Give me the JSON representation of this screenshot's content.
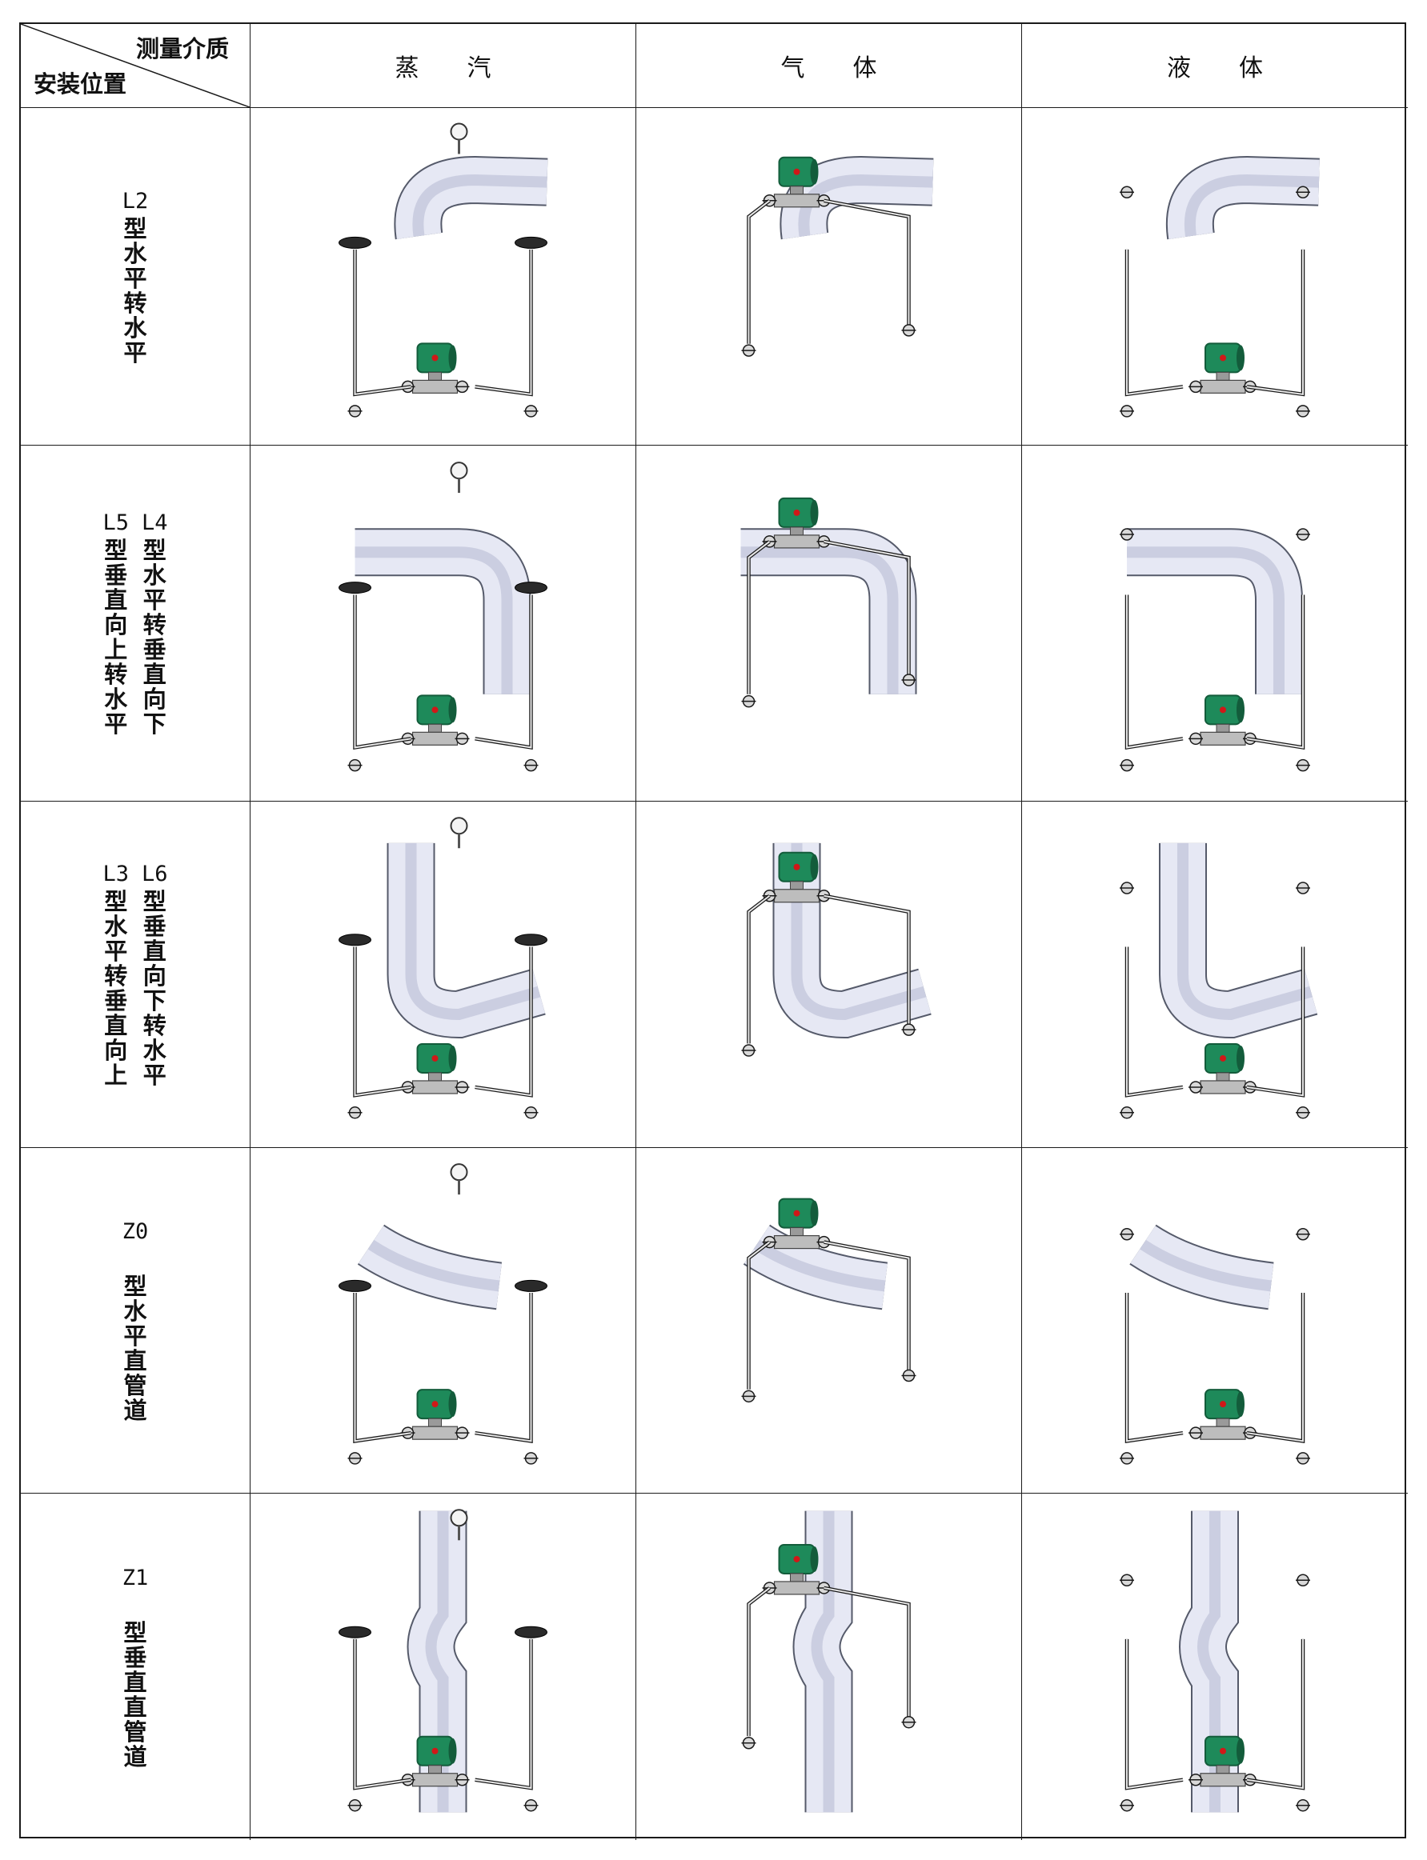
{
  "header": {
    "corner_top": "测量介质",
    "corner_bottom": "安装位置",
    "columns": [
      "蒸　　汽",
      "气　　体",
      "液　　体"
    ]
  },
  "rows": [
    {
      "cols": [
        {
          "code": "L2",
          "text": "型水平转水平"
        }
      ]
    },
    {
      "cols": [
        {
          "code": "L5",
          "text": "型垂直向上转水平"
        },
        {
          "code": "L4",
          "text": "型水平转垂直向下"
        }
      ]
    },
    {
      "cols": [
        {
          "code": "L3",
          "text": "型水平转垂直向上"
        },
        {
          "code": "L6",
          "text": "型垂直向下转水平"
        }
      ]
    },
    {
      "cols": [
        {
          "code": "Z0",
          "text": "型水平直管道",
          "gap": true
        }
      ]
    },
    {
      "cols": [
        {
          "code": "Z1",
          "text": "型垂直直管道",
          "gap": true
        }
      ]
    }
  ],
  "colors": {
    "pipe_fill": "#e6e8f4",
    "pipe_shade": "#b9bdd3",
    "pipe_stroke": "#555a6a",
    "transmitter_green": "#1e8a5a",
    "transmitter_dark": "#135c3b",
    "indicator_red": "#d01818",
    "metal": "#9a9a9a",
    "line": "#1a1a1a"
  }
}
